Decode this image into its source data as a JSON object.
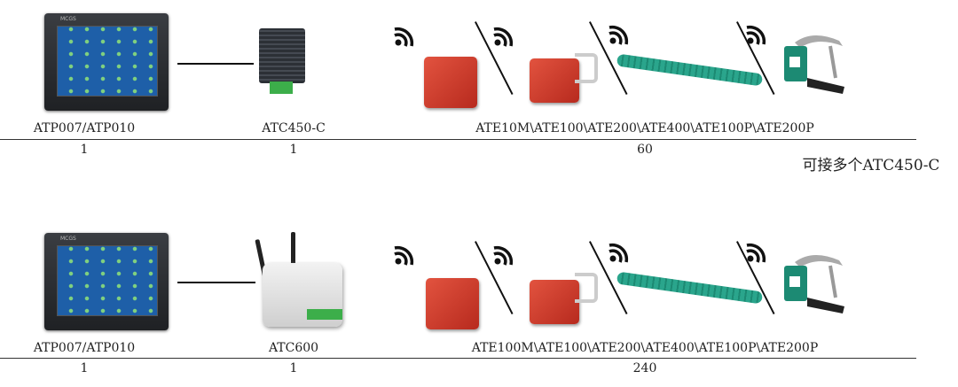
{
  "rows": [
    {
      "display": "ATP007/ATP010",
      "gateway": "ATC450-C",
      "sensors": "ATE10M\\ATE100\\ATE200\\ATE400\\ATE100P\\ATE200P",
      "display_qty": "1",
      "gateway_qty": "1",
      "sensors_qty": "60"
    },
    {
      "display": "ATP007/ATP010",
      "gateway": "ATC600",
      "sensors": "ATE100M\\ATE100\\ATE200\\ATE400\\ATE100P\\ATE200P",
      "display_qty": "1",
      "gateway_qty": "1",
      "sensors_qty": "240"
    }
  ],
  "note": "可接多个ATC450-C",
  "hmi_brand": "MCGS",
  "colors": {
    "sensor_red": "#d03a2b",
    "probe_green": "#2aa58c",
    "terminal_green": "#3cae4a"
  }
}
